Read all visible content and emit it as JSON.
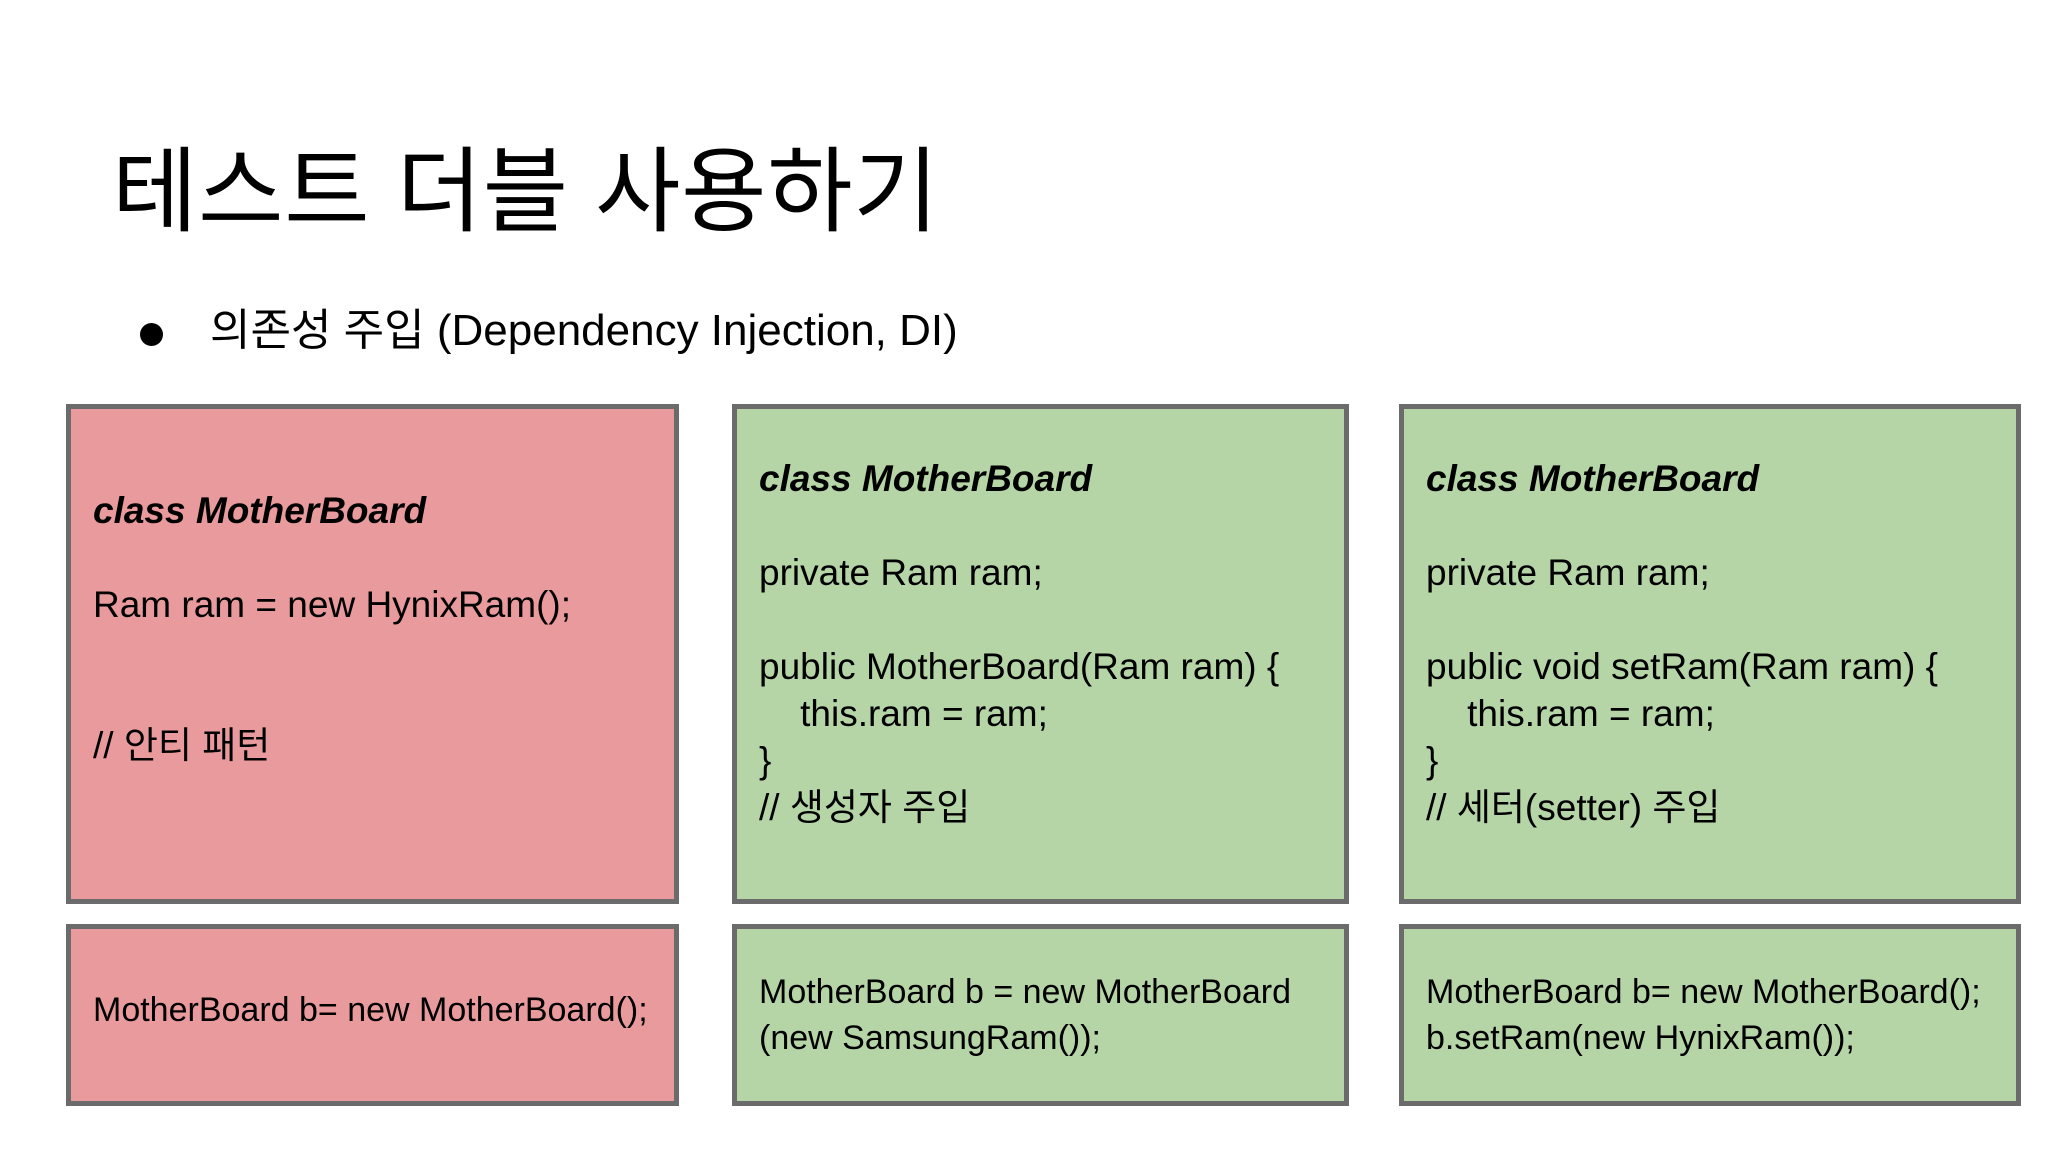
{
  "slide": {
    "title": "테스트 더블 사용하기",
    "bullet": {
      "marker": "filled-circle",
      "text": "의존성 주입 (Dependency Injection, DI)"
    }
  },
  "colors": {
    "anti_pattern_fill": "#e99a9d",
    "good_pattern_fill": "#b5d5a7",
    "card_border": "#6b6b6b",
    "text": "#000000",
    "background": "#ffffff"
  },
  "cards": {
    "top": [
      {
        "variant": "red",
        "label": "anti-pattern",
        "lines": [
          "class MotherBoard",
          "",
          "Ram ram = new HynixRam();",
          "",
          "",
          "// 안티 패턴"
        ]
      },
      {
        "variant": "green",
        "label": "constructor-injection",
        "lines": [
          "class MotherBoard",
          "",
          "private Ram ram;",
          "",
          "public MotherBoard(Ram ram) {",
          "    this.ram = ram;",
          "}",
          "// 생성자 주입"
        ]
      },
      {
        "variant": "green",
        "label": "setter-injection",
        "lines": [
          "class MotherBoard",
          "",
          "private Ram ram;",
          "",
          "public void setRam(Ram ram) {",
          "    this.ram = ram;",
          "}",
          "// 세터(setter) 주입"
        ]
      }
    ],
    "bottom": [
      {
        "variant": "red",
        "label": "anti-pattern-usage",
        "lines": [
          "MotherBoard b= new MotherBoard();"
        ]
      },
      {
        "variant": "green",
        "label": "constructor-injection-usage",
        "lines": [
          "MotherBoard b = new MotherBoard",
          "(new SamsungRam());"
        ]
      },
      {
        "variant": "green",
        "label": "setter-injection-usage",
        "lines": [
          "MotherBoard b= new MotherBoard();",
          "b.setRam(new HynixRam());"
        ]
      }
    ]
  }
}
